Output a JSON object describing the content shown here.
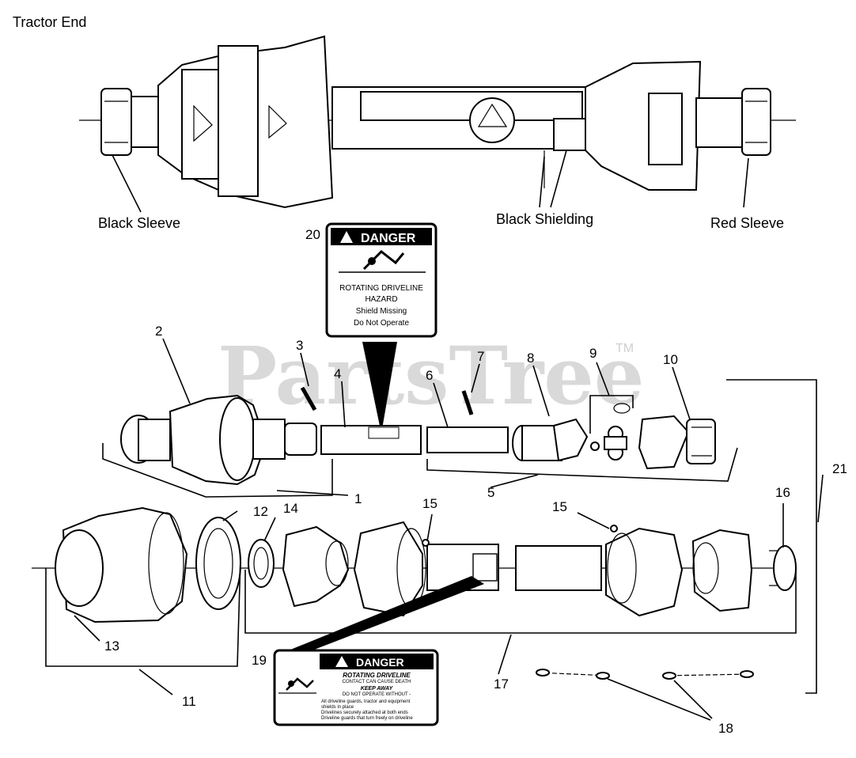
{
  "title": "Tractor End",
  "top_callouts": {
    "black_sleeve": "Black Sleeve",
    "black_shielding": "Black Shielding",
    "red_sleeve": "Red Sleeve"
  },
  "watermark": {
    "text": "PartsTree",
    "tm": "TM"
  },
  "decal_20": {
    "number": "20",
    "header": "DANGER",
    "line1": "ROTATING DRIVELINE",
    "line2": "HAZARD",
    "line3": "Shield Missing",
    "line4": "Do Not Operate"
  },
  "decal_19": {
    "number": "19",
    "header": "DANGER",
    "line1": "ROTATING DRIVELINE",
    "line2": "CONTACT CAN CAUSE DEATH",
    "line3": "KEEP AWAY",
    "line4": "DO NOT OPERATE WITHOUT -",
    "line5": "All driveline guards, tractor and equipment",
    "line6": "shields in place",
    "line7": "Drivelines securely attached at both ends",
    "line8": "Driveline guards that turn freely on driveline"
  },
  "part_numbers": {
    "n1": "1",
    "n2": "2",
    "n3": "3",
    "n4": "4",
    "n5": "5",
    "n6": "6",
    "n7": "7",
    "n8": "8",
    "n9": "9",
    "n10": "10",
    "n11": "11",
    "n12": "12",
    "n13": "13",
    "n14": "14",
    "n15a": "15",
    "n15b": "15",
    "n16": "16",
    "n17": "17",
    "n18": "18",
    "n21": "21"
  }
}
